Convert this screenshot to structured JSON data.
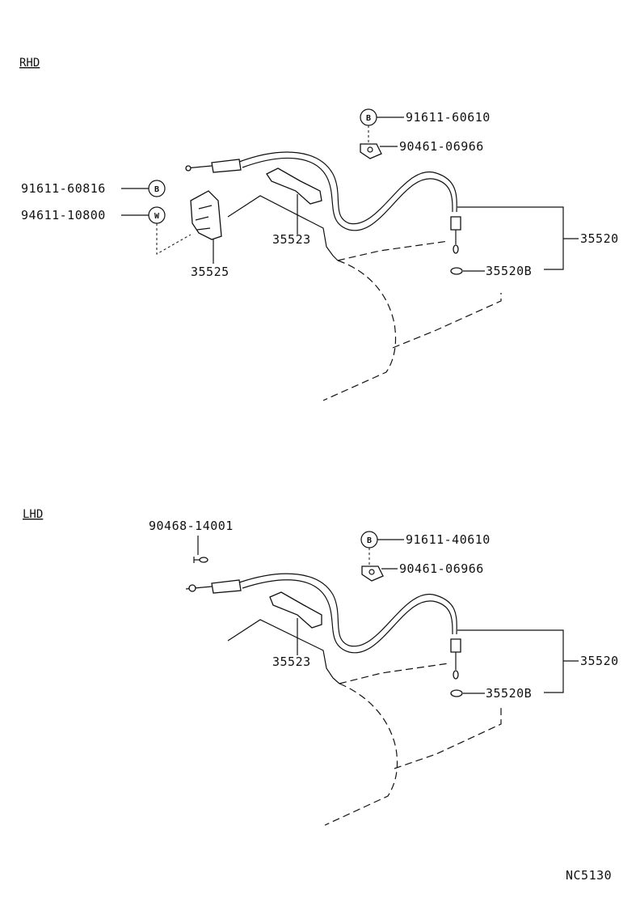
{
  "sections": {
    "rhd": {
      "title": "RHD",
      "labels": {
        "bolt_top": "91611-60610",
        "nut_top": "90461-06966",
        "bolt_left": "91611-60816",
        "washer_left": "94611-10800",
        "bracket_left": "35525",
        "lever": "35523",
        "cable": "35520",
        "clip": "35520B"
      },
      "badges": {
        "bolt_top": "B",
        "bolt_left": "B",
        "washer_left": "W"
      }
    },
    "lhd": {
      "title": "LHD",
      "labels": {
        "pin": "90468-14001",
        "bolt_top": "91611-40610",
        "nut_top": "90461-06966",
        "lever": "35523",
        "cable": "35520",
        "clip": "35520B"
      },
      "badges": {
        "bolt_top": "B"
      }
    }
  },
  "footer": {
    "code": "NC5130"
  },
  "colors": {
    "ink": "#111111",
    "paper": "#ffffff"
  }
}
